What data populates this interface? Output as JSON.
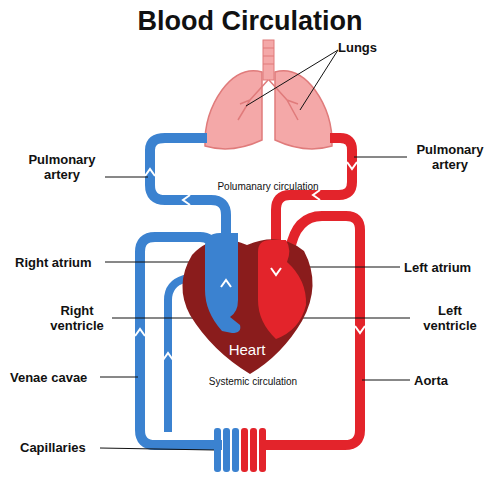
{
  "diagram": {
    "title": "Blood Circulation",
    "nodes": [
      {
        "text": [
          "Heart"
        ]
      }
    ],
    "labels": [
      "Lungs",
      "Pulmonary artery",
      "Pulmonary artery",
      "Polumanary circulation",
      "Right atrium",
      "Left atrium",
      "Right ventricle",
      "Left ventricle",
      "Venae cavae",
      "Systemic circulation",
      "Aorta",
      "Capillaries"
    ]
  }
}
